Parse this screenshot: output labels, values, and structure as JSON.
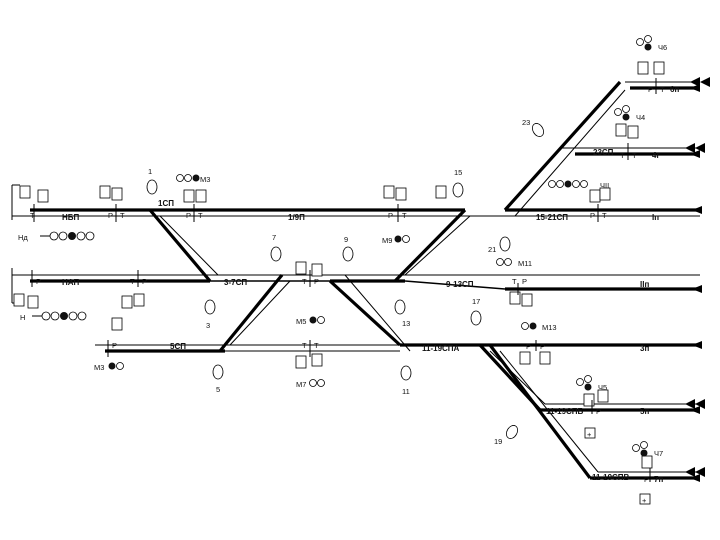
{
  "colors": {
    "ink": "#000000",
    "paper": "#ffffff",
    "lamp_dark": "#111111",
    "lamp_light": "#ffffff"
  },
  "icons": [
    "signal-lamp-icon",
    "switch-motor-icon",
    "relay-box-icon",
    "track-end-arrow-icon"
  ],
  "labels": {
    "main_track": "1/9П",
    "nbp": "НБП",
    "nap": "НАП",
    "s1sp": "1СП",
    "s37sp": "3-7СП",
    "s5sp": "5СП",
    "s913sp": "9-13СП",
    "s1521sp": "15-21СП",
    "s23sp": "23СП",
    "s1119spa": "11-19СПА",
    "s1119spb": "11-19СПБ",
    "s1119spv": "11-19СПВ",
    "track_Ip": "Iп",
    "track_IIp": "IIп",
    "track_3p": "3п",
    "track_4g": "4г",
    "track_5p": "5п",
    "track_6p": "6п",
    "track_7p": "7п",
    "sig_Nd": "Нд",
    "sig_N": "Н",
    "sig_M3_top": "М3",
    "sig_M3_bot": "М3",
    "sig_M5": "М5",
    "sig_M7": "М7",
    "sig_M9": "М9",
    "sig_M11": "М11",
    "sig_M13": "М13",
    "sig_Ch4": "Ч4",
    "sig_Ch5": "Ч5",
    "sig_Ch6": "Ч6",
    "sig_Ch7": "Ч7",
    "sig_ChII": "ЧII",
    "sw_1": "1",
    "sw_3": "3",
    "sw_5": "5",
    "sw_7": "7",
    "sw_9": "9",
    "sw_11": "11",
    "sw_13": "13",
    "sw_15": "15",
    "sw_17": "17",
    "sw_19": "19",
    "sw_21": "21",
    "sw_23": "23",
    "R": "Р",
    "T": "Т",
    "plus": "+"
  }
}
